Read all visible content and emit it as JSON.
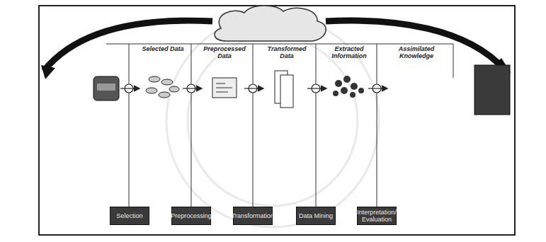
{
  "diagram": {
    "nodes": [
      {
        "text": [
          "Selection"
        ]
      },
      {
        "text": [
          "Preprocessing"
        ]
      },
      {
        "text": [
          "Transformation"
        ]
      },
      {
        "text": [
          "Data Mining"
        ]
      },
      {
        "text": [
          "Interpretation/ Evaluation"
        ]
      }
    ],
    "labels": [
      "Selected Data",
      "Preprocessed Data",
      "Transformed Data",
      "Extracted Information",
      "Assimilated Knowledge"
    ]
  }
}
